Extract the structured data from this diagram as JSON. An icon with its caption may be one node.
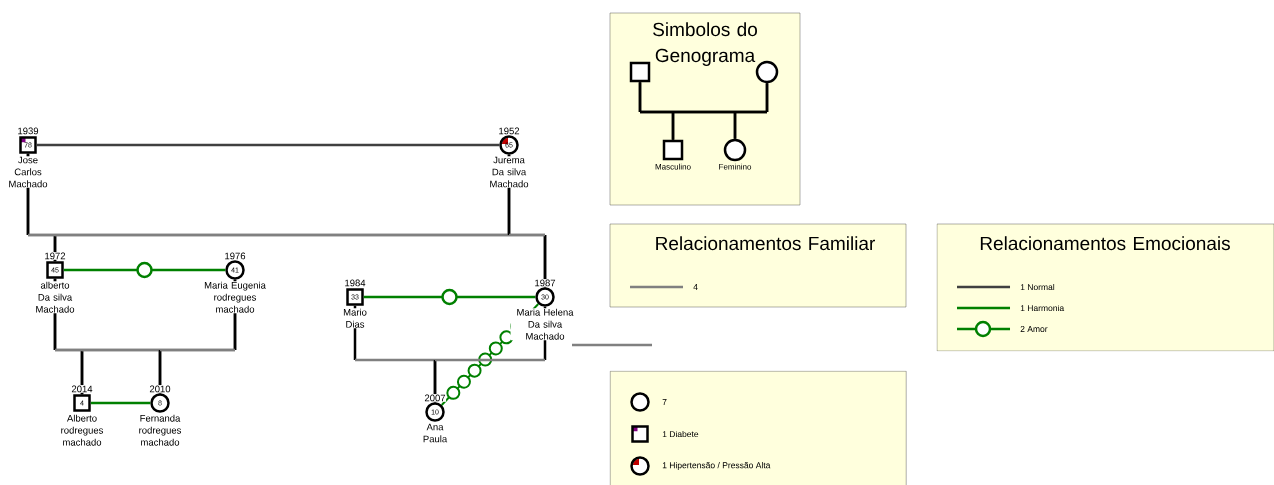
{
  "diagram": {
    "nodes": [
      {
        "text": [
          "78"
        ],
        "beside": [
          "1939",
          "Jose Carlos Machado"
        ]
      },
      {
        "text": [
          "65"
        ],
        "beside": [
          "1952",
          "Jurema Da silva Machado"
        ]
      },
      {
        "text": [
          "45"
        ],
        "beside": [
          "1972",
          "alberto Da silva Machado"
        ]
      },
      {
        "text": [
          "41"
        ],
        "beside": [
          "1976",
          "Maria Eugenia rodregues machado"
        ]
      },
      {
        "text": [
          "33"
        ],
        "beside": [
          "1984",
          "Mario Dias"
        ]
      },
      {
        "text": [
          "30"
        ],
        "beside": [
          "1987",
          "Maria Helena Da silva Machado"
        ]
      },
      {
        "text": [
          "4"
        ],
        "beside": [
          "2014",
          "Alberto rodregues machado"
        ]
      },
      {
        "text": [
          "8"
        ],
        "beside": [
          "2010",
          "Fernanda rodregues machado"
        ]
      },
      {
        "text": [
          "10"
        ],
        "beside": [
          "2007",
          "Ana Paula"
        ]
      },
      {
        "text": [
          "Simbolos do Genograma"
        ]
      },
      {
        "text": [],
        "shape": "box",
        "in": 9
      },
      {
        "text": [],
        "shape": "circle",
        "in": 9
      },
      {
        "text": [],
        "shape": "box",
        "beside": [
          "Masculino"
        ],
        "in": 9
      },
      {
        "text": [],
        "shape": "circle",
        "beside": [
          "Feminino"
        ],
        "in": 9
      },
      {
        "text": [
          "Relacionamentos Familiar"
        ]
      },
      {
        "text": [
          "Relacionamentos Emocionais"
        ]
      },
      {
        "text": [],
        "shape": "box"
      }
    ],
    "edges": [
      {
        "from": 0,
        "to": 1,
        "arrow": "none",
        "color": "#404040"
      },
      {
        "from": 2,
        "to": 3,
        "arrow": "none",
        "color": "#008000"
      },
      {
        "from": 4,
        "to": 5,
        "arrow": "none",
        "color": "#008000"
      },
      {
        "from": 6,
        "to": 7,
        "arrow": "none",
        "color": "#008000"
      },
      {
        "from": 8,
        "to": 5,
        "arrow": "none",
        "color": "#008000"
      },
      {
        "from": 5,
        "to": null,
        "arrow": "none",
        "color": "#808080"
      },
      {
        "from": 0,
        "to": 2,
        "arrow": "none"
      },
      {
        "from": 1,
        "to": 2,
        "arrow": "none"
      },
      {
        "from": 0,
        "to": 5,
        "arrow": "none"
      },
      {
        "from": 1,
        "to": 5,
        "arrow": "none"
      },
      {
        "from": 2,
        "to": 6,
        "arrow": "none"
      },
      {
        "from": 3,
        "to": 6,
        "arrow": "none"
      },
      {
        "from": 2,
        "to": 7,
        "arrow": "none"
      },
      {
        "from": 3,
        "to": 7,
        "arrow": "none"
      },
      {
        "from": 4,
        "to": 8,
        "arrow": "none"
      },
      {
        "from": 5,
        "to": 8,
        "arrow": "none"
      },
      {
        "from": 10,
        "to": 12,
        "arrow": "none"
      },
      {
        "from": 11,
        "to": 12,
        "arrow": "none"
      },
      {
        "from": 10,
        "to": 13,
        "arrow": "none"
      },
      {
        "from": 11,
        "to": 13,
        "arrow": "none"
      }
    ],
    "legend": [
      {
        "text": "4"
      },
      {
        "text": "1 Normal"
      },
      {
        "text": "1 Harmonia"
      },
      {
        "text": "2 Amor"
      },
      {
        "text": "7"
      },
      {
        "text": "1 Diabete"
      },
      {
        "text": "1 Hipertensão / Pressão Alta"
      }
    ]
  }
}
